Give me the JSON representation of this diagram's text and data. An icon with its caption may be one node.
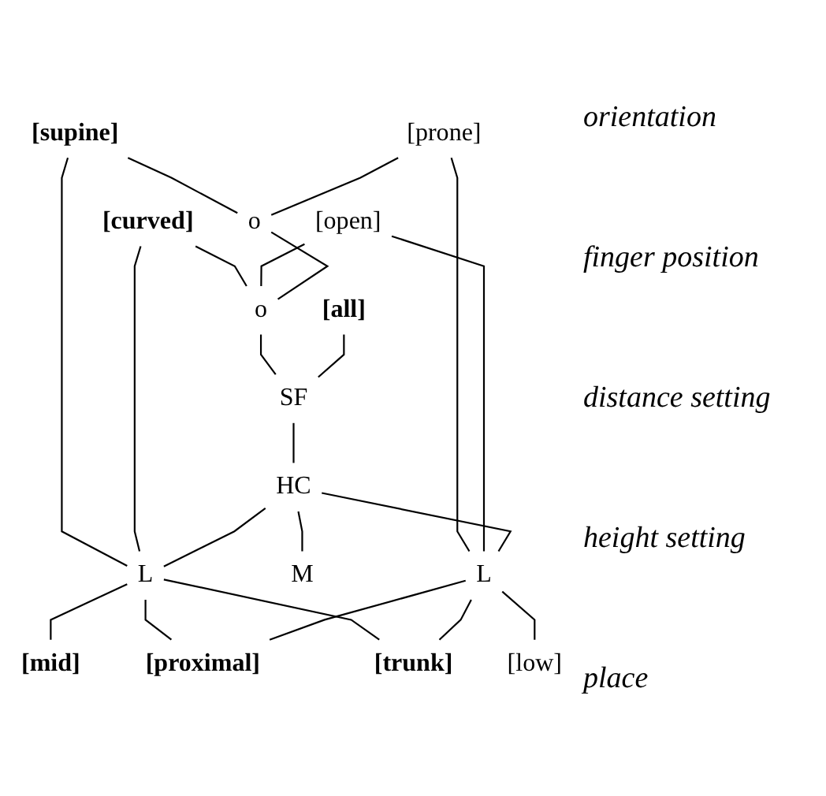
{
  "diagram": {
    "nodes": [
      {
        "text": [
          "[supine]"
        ]
      },
      {
        "text": [
          "[prone]"
        ]
      },
      {
        "text": [
          "o"
        ]
      },
      {
        "text": [
          "[curved]"
        ]
      },
      {
        "text": [
          "[open]"
        ]
      },
      {
        "text": [
          "o"
        ]
      },
      {
        "text": [
          "[all]"
        ]
      },
      {
        "text": [
          "SF"
        ]
      },
      {
        "text": [
          "HC"
        ]
      },
      {
        "text": [
          "L"
        ]
      },
      {
        "text": [
          "M"
        ]
      },
      {
        "text": [
          "L"
        ]
      },
      {
        "text": [
          "[proximal]"
        ]
      },
      {
        "text": [
          "[mid]"
        ]
      },
      {
        "text": [
          "[low]"
        ]
      },
      {
        "text": [
          "[trunk]"
        ]
      }
    ],
    "edges": [
      {
        "from": 0,
        "to": 2,
        "arrow": "none"
      },
      {
        "from": 0,
        "to": 9,
        "arrow": "none"
      },
      {
        "from": 1,
        "to": 2,
        "arrow": "none"
      },
      {
        "from": 1,
        "to": 11,
        "arrow": "none"
      },
      {
        "from": 3,
        "to": 5,
        "arrow": "none"
      },
      {
        "from": 3,
        "to": 9,
        "arrow": "none"
      },
      {
        "from": 4,
        "to": 5,
        "arrow": "none"
      },
      {
        "from": 4,
        "to": 11,
        "arrow": "none"
      },
      {
        "from": 2,
        "to": 5,
        "arrow": "none"
      },
      {
        "from": 5,
        "to": 7,
        "arrow": "none"
      },
      {
        "from": 6,
        "to": 7,
        "arrow": "none"
      },
      {
        "from": 7,
        "to": 8,
        "arrow": "none"
      },
      {
        "from": 8,
        "to": 9,
        "arrow": "none"
      },
      {
        "from": 8,
        "to": 10,
        "arrow": "none"
      },
      {
        "from": 8,
        "to": 11,
        "arrow": "none"
      },
      {
        "from": 9,
        "to": 13,
        "arrow": "none"
      },
      {
        "from": 9,
        "to": 12,
        "arrow": "none"
      },
      {
        "from": 9,
        "to": 15,
        "arrow": "none"
      },
      {
        "from": 11,
        "to": 12,
        "arrow": "none"
      },
      {
        "from": 11,
        "to": 15,
        "arrow": "none"
      },
      {
        "from": 11,
        "to": 14,
        "arrow": "none"
      }
    ],
    "labels": [
      "orientation",
      "finger position",
      "distance setting",
      "height setting",
      "place"
    ]
  }
}
